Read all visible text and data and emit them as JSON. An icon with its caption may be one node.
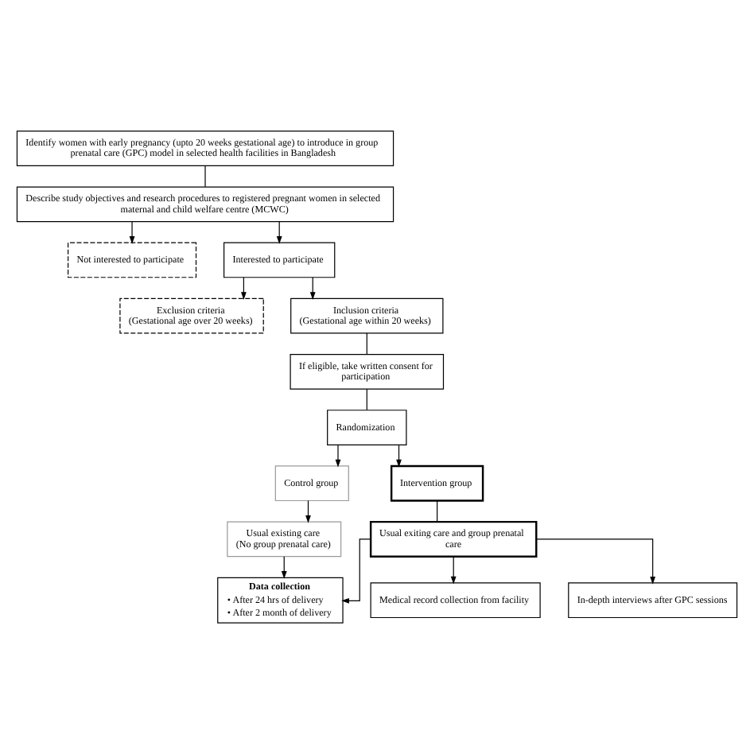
{
  "diagram": {
    "nodes": [
      {
        "text": [
          "Identify women with early pregnancy (upto 20 weeks gestational age) to introduce in group prenatal care (GPC) model in selected health facilities in Bangladesh"
        ]
      },
      {
        "text": [
          "Describe study objectives and research procedures to registered pregnant women in selected maternal and child welfare centre (MCWC)"
        ]
      },
      {
        "text": [
          "Not interested to participate"
        ]
      },
      {
        "text": [
          "Interested to participate"
        ]
      },
      {
        "text": [
          "Exclusion criteria",
          "(Gestational age over 20 weeks)"
        ]
      },
      {
        "text": [
          "Inclusion criteria",
          "(Gestational age within 20 weeks)"
        ]
      },
      {
        "text": [
          "If eligible, take written consent for participation"
        ]
      },
      {
        "text": [
          "Randomization"
        ]
      },
      {
        "text": [
          "Control group"
        ]
      },
      {
        "text": [
          "Intervention group"
        ]
      },
      {
        "text": [
          "Usual existing care",
          "(No group prenatal care)"
        ]
      },
      {
        "text": [
          "Usual exiting care and group prenatal care"
        ]
      },
      {
        "text": [
          "Data collection",
          "• After 24 hrs of delivery",
          "• After 2 month of delivery"
        ]
      },
      {
        "text": [
          "Medical record collection from facility"
        ]
      },
      {
        "text": [
          "In-depth interviews after GPC sessions"
        ]
      }
    ],
    "edges": [
      {
        "from": 0,
        "to": 1,
        "arrow": "none"
      },
      {
        "from": 1,
        "to": 2,
        "arrow": "to"
      },
      {
        "from": 1,
        "to": 3,
        "arrow": "to"
      },
      {
        "from": 3,
        "to": 4,
        "arrow": "to"
      },
      {
        "from": 3,
        "to": 5,
        "arrow": "to"
      },
      {
        "from": 5,
        "to": 6,
        "arrow": "none"
      },
      {
        "from": 6,
        "to": 7,
        "arrow": "none"
      },
      {
        "from": 7,
        "to": 8,
        "arrow": "to"
      },
      {
        "from": 7,
        "to": 9,
        "arrow": "to"
      },
      {
        "from": 8,
        "to": 10,
        "arrow": "to"
      },
      {
        "from": 9,
        "to": 11,
        "arrow": "none"
      },
      {
        "from": 10,
        "to": 12,
        "arrow": "to"
      },
      {
        "from": 11,
        "to": 12,
        "arrow": "to"
      },
      {
        "from": 11,
        "to": 13,
        "arrow": "to"
      },
      {
        "from": 11,
        "to": 14,
        "arrow": "to"
      }
    ]
  }
}
